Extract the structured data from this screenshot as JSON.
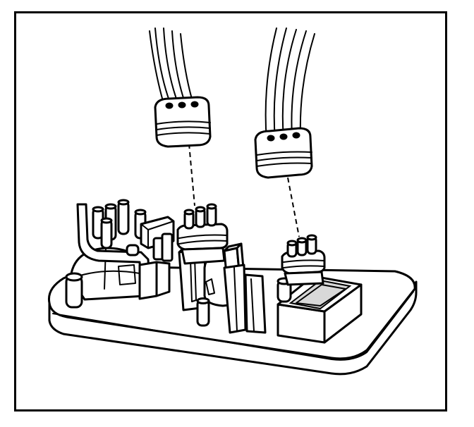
{
  "figure": {
    "description_text": "",
    "colors": {
      "ink": "#000000",
      "paper": "#ffffff"
    },
    "parts": [
      {
        "name": "left-wire-harness-connector",
        "icon": "3-wire-connector"
      },
      {
        "name": "right-wire-harness-connector",
        "icon": "3-wire-connector"
      },
      {
        "name": "circuit-board",
        "icon": "component-board"
      }
    ]
  }
}
